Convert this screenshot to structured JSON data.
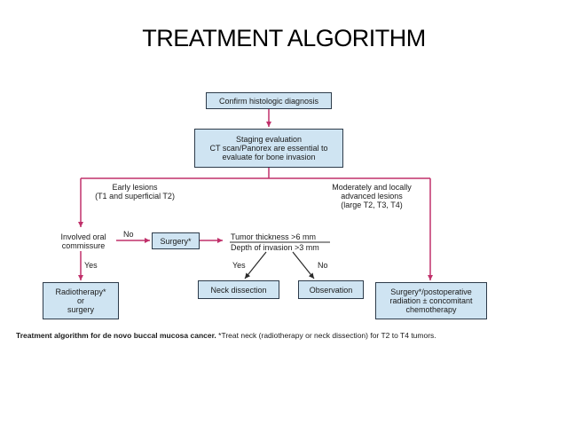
{
  "title": "TREATMENT ALGORITHM",
  "nodes": {
    "confirm": "Confirm histologic diagnosis",
    "staging": [
      "Staging evaluation",
      "CT scan/Panorex are essential to",
      "evaluate for bone invasion"
    ],
    "surgery": "Surgery*",
    "radiotherapy": [
      "Radiotherapy*",
      "or",
      "surgery"
    ],
    "neck_dissection": "Neck dissection",
    "observation": "Observation",
    "surgery_postop": [
      "Surgery*/postoperative",
      "radiation ± concomitant",
      "chemotherapy"
    ]
  },
  "labels": {
    "early_lesions": [
      "Early lesions",
      "(T1 and superficial T2)"
    ],
    "moderate_lesions": [
      "Moderately and locally",
      "advanced lesions",
      "(large T2, T3, T4)"
    ],
    "involved_oral": [
      "Involved oral",
      "commissure"
    ],
    "no_left": "No",
    "yes_left": "Yes",
    "tumor_thickness": "Tumor thickness >6 mm",
    "depth_invasion": "Depth of invasion >3 mm",
    "yes_mid": "Yes",
    "no_mid": "No"
  },
  "caption": {
    "bold": "Treatment algorithm for de novo buccal mucosa cancer.",
    "rest": " *Treat neck (radiotherapy or neck dissection) for T2 to T4 tumors."
  },
  "colors": {
    "box_fill": "#cfe4f2",
    "box_border": "#2d3b4a",
    "arrow_pink": "#c0306a",
    "arrow_dark": "#2a2a2a"
  }
}
